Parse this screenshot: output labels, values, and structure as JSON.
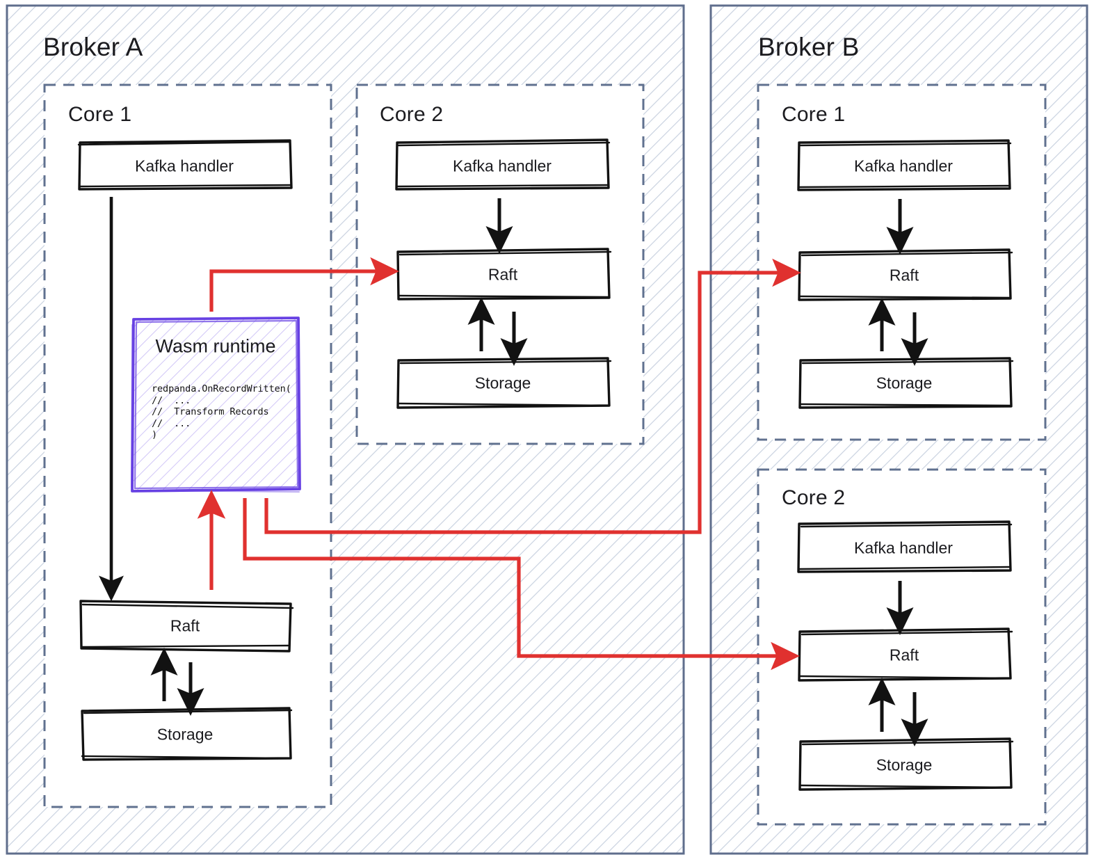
{
  "diagram": {
    "title_a": "Broker A",
    "title_b": "Broker B",
    "core_1": "Core 1",
    "core_2": "Core 2",
    "kafka_handler": "Kafka handler",
    "raft": "Raft",
    "storage": "Storage",
    "wasm_runtime": "Wasm runtime",
    "code_lines": "redpanda.OnRecordWritten(\n//  ...\n//  Transform Records\n//  ...\n)",
    "colors": {
      "broker_border": "#5f6e8c",
      "core_border": "#60718f",
      "hatch": "#c9d2e0",
      "node_stroke": "#121212",
      "wasm_stroke": "#6741e3",
      "wasm_hatch": "#cdc2f5",
      "arrow_black": "#121212",
      "arrow_red": "#e0312f",
      "text": "#1b1b1f",
      "panel_fill": "#ffffff"
    }
  },
  "brokers": [
    {
      "name": "Broker A",
      "cores": [
        {
          "name": "Core 1",
          "nodes": [
            "Kafka handler",
            "Wasm runtime",
            "Raft",
            "Storage"
          ]
        },
        {
          "name": "Core 2",
          "nodes": [
            "Kafka handler",
            "Raft",
            "Storage"
          ]
        }
      ]
    },
    {
      "name": "Broker B",
      "cores": [
        {
          "name": "Core 1",
          "nodes": [
            "Kafka handler",
            "Raft",
            "Storage"
          ]
        },
        {
          "name": "Core 2",
          "nodes": [
            "Kafka handler",
            "Raft",
            "Storage"
          ]
        }
      ]
    }
  ],
  "flows": [
    {
      "from": "Broker A / Core 1 / Kafka handler",
      "to": "Broker A / Core 1 / Raft",
      "color": "black"
    },
    {
      "from": "Broker A / Core 1 / Raft",
      "to": "Broker A / Core 1 / Storage",
      "color": "black",
      "bidirectional": true
    },
    {
      "from": "Broker A / Core 1 / Raft",
      "to": "Broker A / Core 1 / Wasm runtime",
      "color": "red"
    },
    {
      "from": "Broker A / Core 1 / Wasm runtime",
      "to": "Broker A / Core 2 / Raft",
      "color": "red"
    },
    {
      "from": "Broker A / Core 1 / Wasm runtime",
      "to": "Broker B / Core 1 / Raft",
      "color": "red"
    },
    {
      "from": "Broker A / Core 1 / Wasm runtime",
      "to": "Broker B / Core 2 / Raft",
      "color": "red"
    },
    {
      "from": "Broker A / Core 2 / Kafka handler",
      "to": "Broker A / Core 2 / Raft",
      "color": "black"
    },
    {
      "from": "Broker A / Core 2 / Raft",
      "to": "Broker A / Core 2 / Storage",
      "color": "black",
      "bidirectional": true
    },
    {
      "from": "Broker B / Core 1 / Kafka handler",
      "to": "Broker B / Core 1 / Raft",
      "color": "black"
    },
    {
      "from": "Broker B / Core 1 / Raft",
      "to": "Broker B / Core 1 / Storage",
      "color": "black",
      "bidirectional": true
    },
    {
      "from": "Broker B / Core 2 / Kafka handler",
      "to": "Broker B / Core 2 / Raft",
      "color": "black"
    },
    {
      "from": "Broker B / Core 2 / Raft",
      "to": "Broker B / Core 2 / Storage",
      "color": "black",
      "bidirectional": true
    }
  ]
}
